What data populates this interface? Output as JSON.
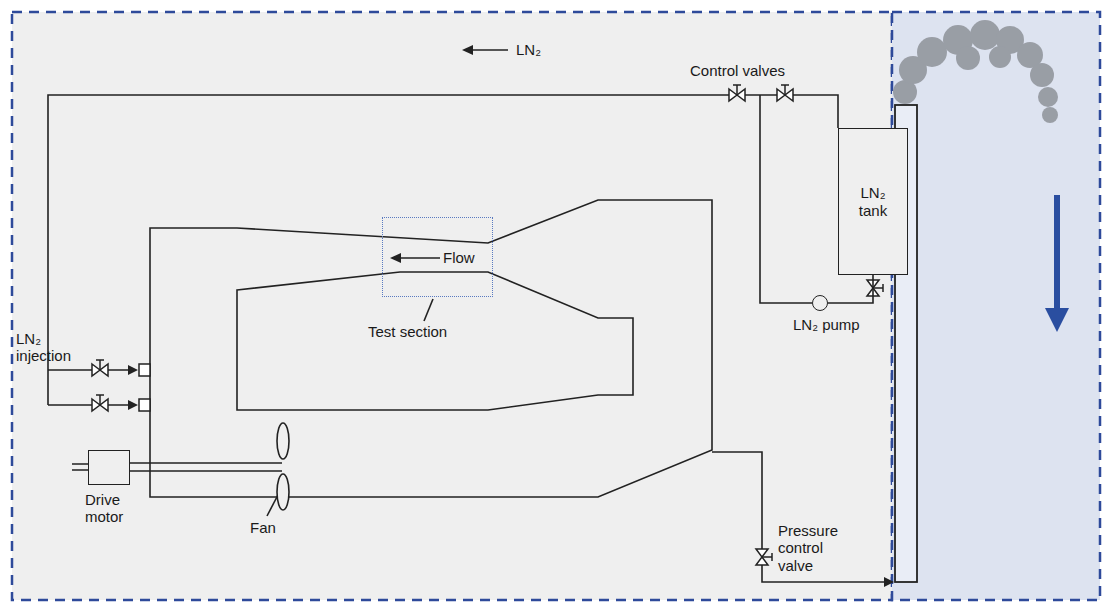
{
  "diagram": {
    "nodes": [
      {
        "text": [
          "LN₂ tank"
        ]
      },
      {
        "text": [
          "Flow"
        ]
      },
      {
        "text": [
          "Drive motor"
        ]
      },
      {
        "text": [
          "LN₂ pump"
        ]
      }
    ],
    "edges": [
      {
        "from": 0,
        "to": 3,
        "arrow": "none"
      }
    ],
    "labels": [
      "LN₂",
      "Control valves",
      "LN₂ injection",
      "Test section",
      "Fan",
      "Pressure control valve"
    ]
  }
}
